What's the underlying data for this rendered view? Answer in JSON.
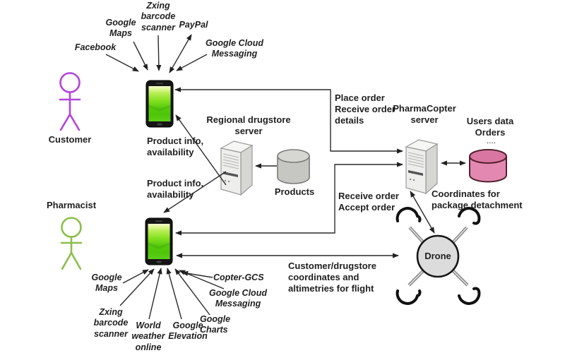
{
  "actors": {
    "customer": "Customer",
    "pharmacist": "Pharmacist"
  },
  "top_apps": {
    "facebook": "Facebook",
    "google_maps": "Google\nMaps",
    "zxing": "Zxing\nbarcode\nscanner",
    "paypal": "PayPal",
    "google_cloud_messaging": "Google Cloud\nMessaging"
  },
  "bottom_apps": {
    "google_maps": "Google\nMaps",
    "zxing": "Zxing\nbarcode\nscanner",
    "world_weather": "World\nweather\nonline",
    "google_elevation": "Google\nElevation",
    "google_charts": "Google Charts",
    "google_cloud_messaging": "Google Cloud\nMessaging",
    "copter_gcs": "Copter-GCS"
  },
  "nodes": {
    "regional_server": "Regional drugstore\nserver",
    "pharmacopter_server": "PharmaCopter\nserver",
    "products_db": "Products",
    "users_db": "Users data\nOrders",
    "users_db_dots": "....",
    "drone": "Drone"
  },
  "flows": {
    "product_info_top": "Product info,\navailability",
    "product_info_bottom": "Product info,\navailability",
    "place_order": "Place order\nReceive order\ndetails",
    "receive_accept_order": "Receive order\nAccept order",
    "flight_coordinates": "Customer/drugstore\ncoordinates and\naltimetries for flight",
    "package_detachment": "Coordinates for\npackage detachment"
  },
  "colors": {
    "customer_figure": "#b344dd",
    "pharmacist_figure": "#8bbf4a",
    "users_db_fill": "#e389b1",
    "users_db_stroke": "#50202e",
    "phone_screen": "#55cb0c",
    "line": "#2a2a2a"
  }
}
